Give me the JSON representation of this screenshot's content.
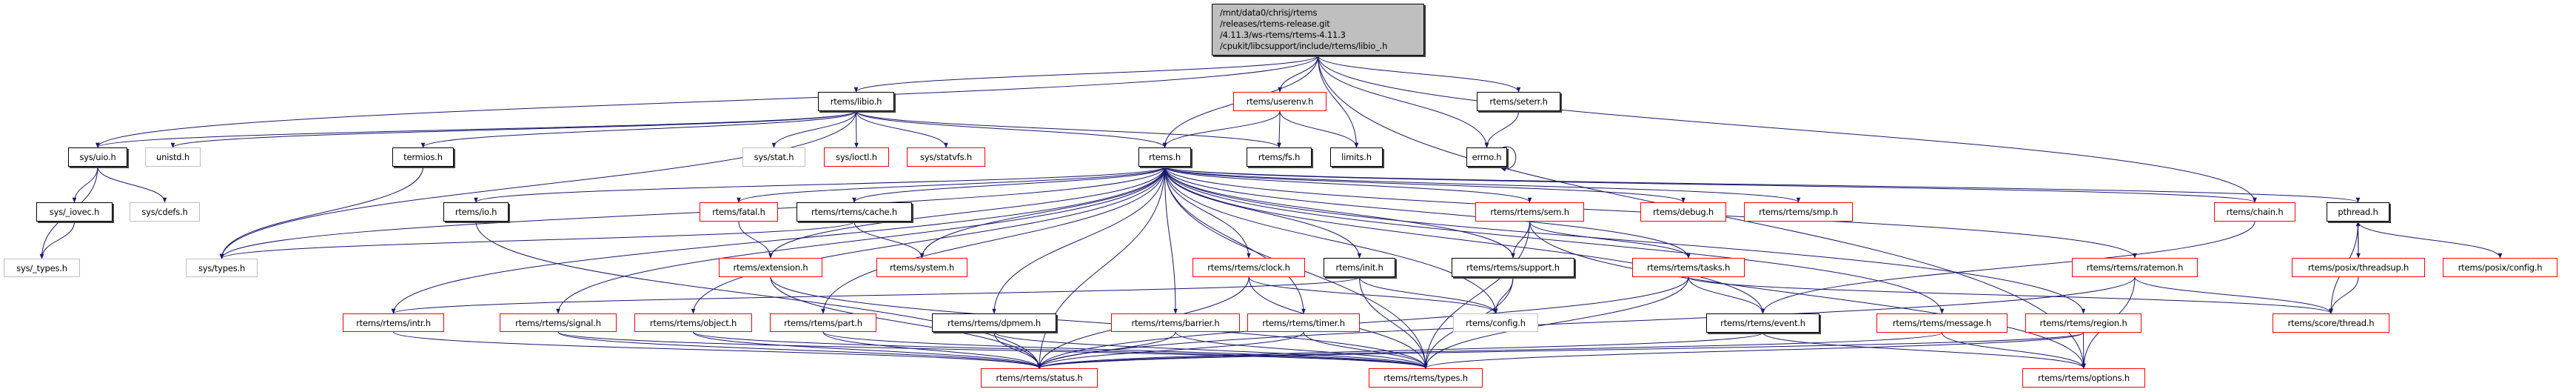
{
  "diagram": {
    "type": "include-dependency-graph",
    "root": {
      "id": "root",
      "lines": [
        "/mnt/data0/chrisj/rtems",
        "/releases/rtems-release.git",
        "/4.11.3/ws-rtems/rtems-4.11.3",
        "/cpukit/libcsupport/include/rtems/libio_.h"
      ]
    },
    "colors": {
      "edge": "#191970",
      "root_fill": "#bfbfbf",
      "documented_border": "#000000",
      "undocumented_border": "#ff0000",
      "external_border": "#bfbfbf"
    },
    "nodes": [
      {
        "id": "libio",
        "label": "rtems/libio.h",
        "kind": "doc"
      },
      {
        "id": "userenv",
        "label": "rtems/userenv.h",
        "kind": "ext"
      },
      {
        "id": "seterr",
        "label": "rtems/seterr.h",
        "kind": "doc"
      },
      {
        "id": "uio",
        "label": "sys/uio.h",
        "kind": "doc"
      },
      {
        "id": "unistd",
        "label": "unistd.h",
        "kind": "missing"
      },
      {
        "id": "termios",
        "label": "termios.h",
        "kind": "doc"
      },
      {
        "id": "stat",
        "label": "sys/stat.h",
        "kind": "missing"
      },
      {
        "id": "ioctl",
        "label": "sys/ioctl.h",
        "kind": "ext"
      },
      {
        "id": "statvfs",
        "label": "sys/statvfs.h",
        "kind": "ext"
      },
      {
        "id": "rtemsh",
        "label": "rtems.h",
        "kind": "doc"
      },
      {
        "id": "fs",
        "label": "rtems/fs.h",
        "kind": "doc"
      },
      {
        "id": "limits",
        "label": "limits.h",
        "kind": "doc"
      },
      {
        "id": "errno",
        "label": "errno.h",
        "kind": "doc"
      },
      {
        "id": "iovec",
        "label": "sys/_iovec.h",
        "kind": "doc"
      },
      {
        "id": "cdefs",
        "label": "sys/cdefs.h",
        "kind": "missing"
      },
      {
        "id": "io",
        "label": "rtems/io.h",
        "kind": "doc"
      },
      {
        "id": "fatal",
        "label": "rtems/fatal.h",
        "kind": "ext"
      },
      {
        "id": "cache",
        "label": "rtems/rtems/cache.h",
        "kind": "doc"
      },
      {
        "id": "sem",
        "label": "rtems/rtems/sem.h",
        "kind": "ext"
      },
      {
        "id": "debug",
        "label": "rtems/debug.h",
        "kind": "ext"
      },
      {
        "id": "smp",
        "label": "rtems/rtems/smp.h",
        "kind": "ext"
      },
      {
        "id": "chain",
        "label": "rtems/chain.h",
        "kind": "ext"
      },
      {
        "id": "pthread",
        "label": "pthread.h",
        "kind": "doc"
      },
      {
        "id": "systypes_",
        "label": "sys/_types.h",
        "kind": "missing"
      },
      {
        "id": "systypes",
        "label": "sys/types.h",
        "kind": "missing"
      },
      {
        "id": "extension",
        "label": "rtems/extension.h",
        "kind": "ext"
      },
      {
        "id": "system",
        "label": "rtems/system.h",
        "kind": "ext"
      },
      {
        "id": "clock",
        "label": "rtems/rtems/clock.h",
        "kind": "ext"
      },
      {
        "id": "init",
        "label": "rtems/init.h",
        "kind": "doc"
      },
      {
        "id": "support",
        "label": "rtems/rtems/support.h",
        "kind": "doc"
      },
      {
        "id": "tasks",
        "label": "rtems/rtems/tasks.h",
        "kind": "ext"
      },
      {
        "id": "ratemon",
        "label": "rtems/rtems/ratemon.h",
        "kind": "ext"
      },
      {
        "id": "threadsup",
        "label": "rtems/posix/threadsup.h",
        "kind": "ext"
      },
      {
        "id": "posixconfig",
        "label": "rtems/posix/config.h",
        "kind": "ext"
      },
      {
        "id": "intr",
        "label": "rtems/rtems/intr.h",
        "kind": "ext"
      },
      {
        "id": "signal",
        "label": "rtems/rtems/signal.h",
        "kind": "ext"
      },
      {
        "id": "object",
        "label": "rtems/rtems/object.h",
        "kind": "ext"
      },
      {
        "id": "part",
        "label": "rtems/rtems/part.h",
        "kind": "ext"
      },
      {
        "id": "dpmem",
        "label": "rtems/rtems/dpmem.h",
        "kind": "doc"
      },
      {
        "id": "barrier",
        "label": "rtems/rtems/barrier.h",
        "kind": "ext"
      },
      {
        "id": "timer",
        "label": "rtems/rtems/timer.h",
        "kind": "ext"
      },
      {
        "id": "config",
        "label": "rtems/config.h",
        "kind": "missing"
      },
      {
        "id": "event",
        "label": "rtems/rtems/event.h",
        "kind": "doc"
      },
      {
        "id": "message",
        "label": "rtems/rtems/message.h",
        "kind": "ext"
      },
      {
        "id": "region",
        "label": "rtems/rtems/region.h",
        "kind": "ext"
      },
      {
        "id": "scorethread",
        "label": "rtems/score/thread.h",
        "kind": "ext"
      },
      {
        "id": "status",
        "label": "rtems/rtems/status.h",
        "kind": "ext"
      },
      {
        "id": "types",
        "label": "rtems/rtems/types.h",
        "kind": "ext"
      },
      {
        "id": "options",
        "label": "rtems/rtems/options.h",
        "kind": "ext"
      }
    ],
    "edges": [
      [
        "root",
        "libio"
      ],
      [
        "root",
        "userenv"
      ],
      [
        "root",
        "seterr"
      ],
      [
        "root",
        "uio"
      ],
      [
        "root",
        "rtemsh"
      ],
      [
        "root",
        "limits"
      ],
      [
        "root",
        "errno"
      ],
      [
        "root",
        "chain"
      ],
      [
        "root",
        "options"
      ],
      [
        "libio",
        "uio"
      ],
      [
        "libio",
        "unistd"
      ],
      [
        "libio",
        "termios"
      ],
      [
        "libio",
        "stat"
      ],
      [
        "libio",
        "ioctl"
      ],
      [
        "libio",
        "statvfs"
      ],
      [
        "libio",
        "rtemsh"
      ],
      [
        "libio",
        "fs"
      ],
      [
        "libio",
        "systypes"
      ],
      [
        "userenv",
        "rtemsh"
      ],
      [
        "userenv",
        "fs"
      ],
      [
        "userenv",
        "limits"
      ],
      [
        "seterr",
        "errno"
      ],
      [
        "errno",
        "errno"
      ],
      [
        "uio",
        "iovec"
      ],
      [
        "uio",
        "cdefs"
      ],
      [
        "uio",
        "systypes_"
      ],
      [
        "iovec",
        "systypes_"
      ],
      [
        "termios",
        "systypes"
      ],
      [
        "rtemsh",
        "io"
      ],
      [
        "rtemsh",
        "fatal"
      ],
      [
        "rtemsh",
        "cache"
      ],
      [
        "rtemsh",
        "extension"
      ],
      [
        "rtemsh",
        "system"
      ],
      [
        "rtemsh",
        "clock"
      ],
      [
        "rtemsh",
        "init"
      ],
      [
        "rtemsh",
        "support"
      ],
      [
        "rtemsh",
        "sem"
      ],
      [
        "rtemsh",
        "debug"
      ],
      [
        "rtemsh",
        "smp"
      ],
      [
        "rtemsh",
        "chain"
      ],
      [
        "rtemsh",
        "pthread"
      ],
      [
        "rtemsh",
        "tasks"
      ],
      [
        "rtemsh",
        "ratemon"
      ],
      [
        "rtemsh",
        "intr"
      ],
      [
        "rtemsh",
        "signal"
      ],
      [
        "rtemsh",
        "object"
      ],
      [
        "rtemsh",
        "part"
      ],
      [
        "rtemsh",
        "dpmem"
      ],
      [
        "rtemsh",
        "barrier"
      ],
      [
        "rtemsh",
        "timer"
      ],
      [
        "rtemsh",
        "config"
      ],
      [
        "rtemsh",
        "event"
      ],
      [
        "rtemsh",
        "message"
      ],
      [
        "rtemsh",
        "region"
      ],
      [
        "rtemsh",
        "status"
      ],
      [
        "rtemsh",
        "types"
      ],
      [
        "rtemsh",
        "systypes"
      ],
      [
        "io",
        "status"
      ],
      [
        "fatal",
        "extension"
      ],
      [
        "cache",
        "system"
      ],
      [
        "cache",
        "systypes"
      ],
      [
        "extension",
        "status"
      ],
      [
        "extension",
        "types"
      ],
      [
        "clock",
        "status"
      ],
      [
        "clock",
        "types"
      ],
      [
        "clock",
        "config"
      ],
      [
        "init",
        "config"
      ],
      [
        "init",
        "types"
      ],
      [
        "init",
        "intr"
      ],
      [
        "sem",
        "support"
      ],
      [
        "sem",
        "tasks"
      ],
      [
        "sem",
        "types"
      ],
      [
        "sem",
        "options"
      ],
      [
        "support",
        "config"
      ],
      [
        "support",
        "types"
      ],
      [
        "tasks",
        "event"
      ],
      [
        "tasks",
        "scorethread"
      ],
      [
        "tasks",
        "status"
      ],
      [
        "tasks",
        "types"
      ],
      [
        "chain",
        "event"
      ],
      [
        "ratemon",
        "scorethread"
      ],
      [
        "ratemon",
        "status"
      ],
      [
        "ratemon",
        "options"
      ],
      [
        "pthread",
        "threadsup"
      ],
      [
        "threadsup",
        "pthread"
      ],
      [
        "pthread",
        "posixconfig"
      ],
      [
        "pthread",
        "scorethread"
      ],
      [
        "threadsup",
        "scorethread"
      ],
      [
        "intr",
        "status"
      ],
      [
        "signal",
        "status"
      ],
      [
        "signal",
        "types"
      ],
      [
        "object",
        "status"
      ],
      [
        "object",
        "types"
      ],
      [
        "part",
        "status"
      ],
      [
        "part",
        "types"
      ],
      [
        "dpmem",
        "status"
      ],
      [
        "dpmem",
        "types"
      ],
      [
        "barrier",
        "status"
      ],
      [
        "barrier",
        "types"
      ],
      [
        "timer",
        "status"
      ],
      [
        "timer",
        "types"
      ],
      [
        "event",
        "status"
      ],
      [
        "event",
        "options"
      ],
      [
        "message",
        "status"
      ],
      [
        "message",
        "options"
      ],
      [
        "region",
        "status"
      ],
      [
        "region",
        "options"
      ],
      [
        "region",
        "types"
      ]
    ]
  }
}
